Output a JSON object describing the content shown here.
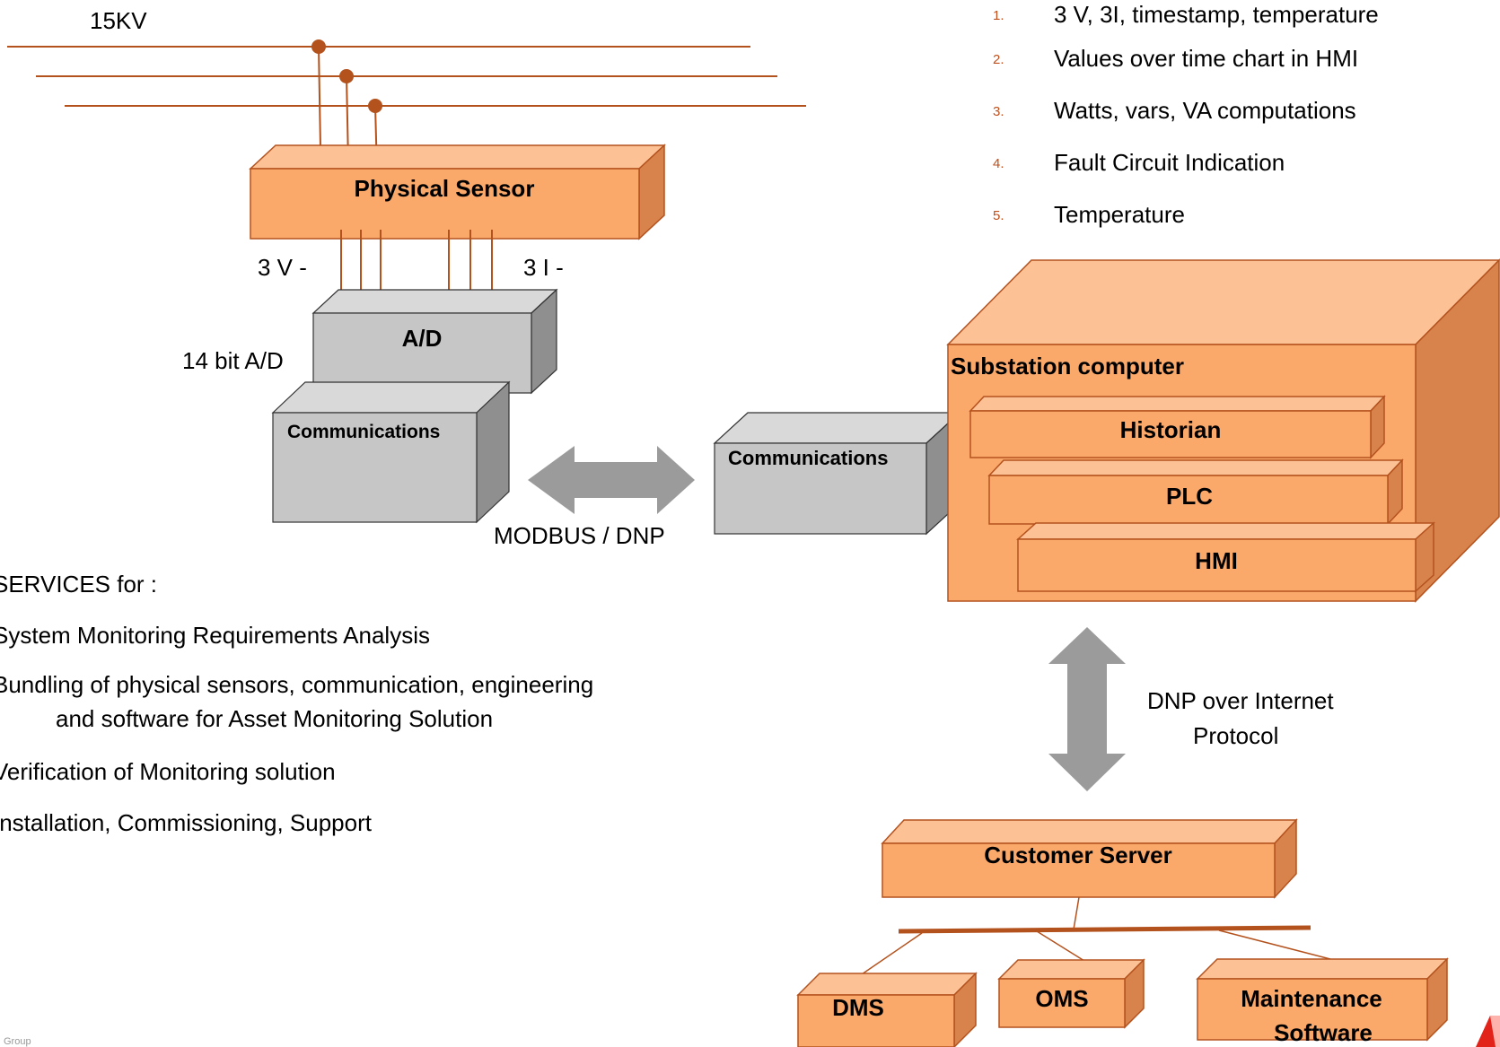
{
  "diagram": {
    "line_label": "15KV",
    "physical_sensor": "Physical Sensor",
    "voltage_label": "3 V -",
    "current_label": "3 I -",
    "ad_box": "A/D",
    "ad_label": "14 bit A/D",
    "comm_left": "Communications",
    "comm_right": "Communications",
    "protocol_label": "MODBUS / DNP",
    "substation_computer": "Substation computer",
    "historian": "Historian",
    "plc": "PLC",
    "hmi": "HMI",
    "internet_label_line1": "DNP over  Internet",
    "internet_label_line2": "Protocol",
    "customer_server": "Customer Server",
    "dms": "DMS",
    "oms": "OMS",
    "maintenance_line1": "Maintenance",
    "maintenance_line2": "Software",
    "footer_fragment": "Group"
  },
  "features": [
    {
      "num": "1.",
      "text": "3 V, 3I, timestamp, temperature"
    },
    {
      "num": "2.",
      "text": "Values over time chart in HMI"
    },
    {
      "num": "3.",
      "text": "Watts, vars, VA computations"
    },
    {
      "num": "4.",
      "text": "Fault Circuit Indication"
    },
    {
      "num": "5.",
      "text": "Temperature"
    }
  ],
  "services": {
    "heading": "SERVICES for :",
    "items": [
      "System Monitoring Requirements  Analysis",
      "Bundling of physical sensors, communication, engineering",
      "and software for  Asset Monitoring Solution",
      "Verification of Monitoring solution",
      "Installation, Commissioning, Support"
    ]
  },
  "colors": {
    "orange_front": "#fba86b",
    "orange_top": "#fcc194",
    "orange_side": "#d9834c",
    "gray_front": "#c6c6c6",
    "gray_top": "#d9d9d9",
    "gray_side": "#8f8f8f",
    "wire": "#b4521e",
    "arrow": "#9b9b9b"
  }
}
